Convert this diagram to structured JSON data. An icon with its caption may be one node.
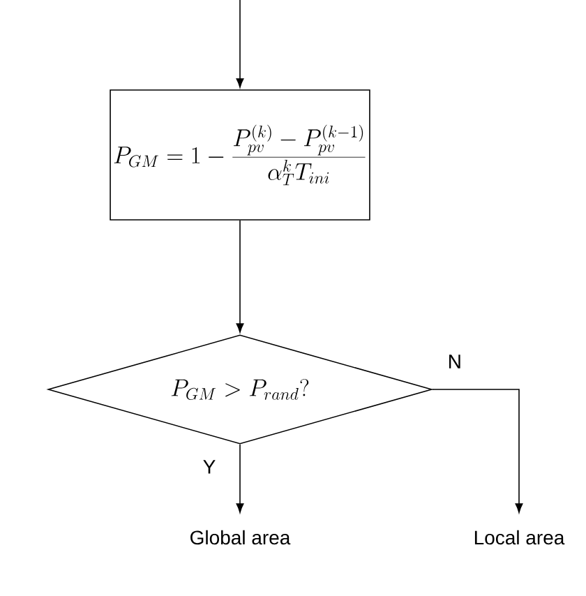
{
  "diagram": {
    "nodes": [
      {
        "text": [
          "P_{GM} = 1 - \\frac{P_{pv}^{(k)} - P_{pv}^{(k-1)}}{\\alpha_T^{k} T_{ini}}"
        ]
      },
      {
        "text": [
          "P_{GM} > P_{rand}?"
        ]
      },
      {
        "text": [
          "Global area"
        ]
      },
      {
        "text": [
          "Local area"
        ]
      }
    ],
    "edges": [
      {
        "from": null,
        "to": 0,
        "arrow": "to"
      },
      {
        "from": 0,
        "to": 1,
        "arrow": "to"
      },
      {
        "from": 1,
        "to": 2,
        "arrow": "to",
        "label": "Y"
      },
      {
        "from": 1,
        "to": 3,
        "arrow": "to",
        "label": "N"
      }
    ]
  }
}
